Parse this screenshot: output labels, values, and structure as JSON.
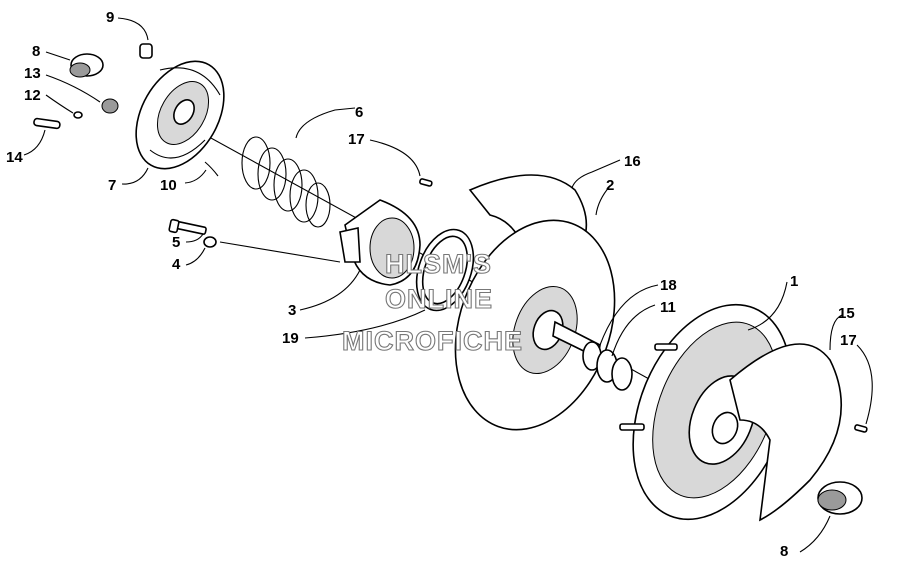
{
  "watermark": {
    "line1": "HLSM'S",
    "line2": "ONLINE",
    "line3": "MICROFICHE"
  },
  "callouts": {
    "c1": "1",
    "c2": "2",
    "c3": "3",
    "c4": "4",
    "c5": "5",
    "c6": "6",
    "c7": "7",
    "c8_top": "8",
    "c8_bottom": "8",
    "c9": "9",
    "c10": "10",
    "c11": "11",
    "c12": "12",
    "c13": "13",
    "c14": "14",
    "c15": "15",
    "c16": "16",
    "c17_top": "17",
    "c17_right": "17",
    "c18": "18",
    "c19": "19"
  },
  "colors": {
    "line": "#000000",
    "background": "#ffffff",
    "watermark_outline": "#777777"
  }
}
